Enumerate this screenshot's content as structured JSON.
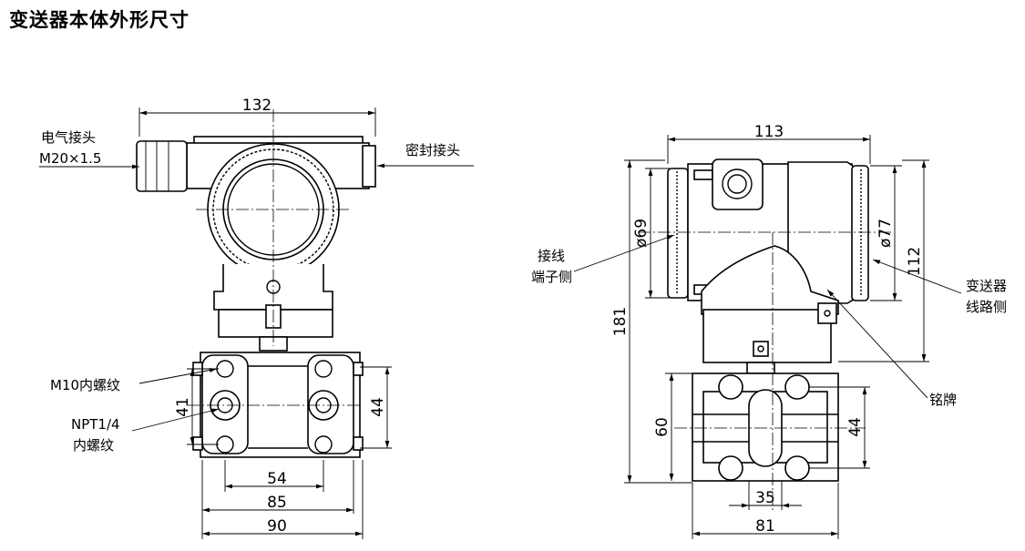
{
  "title": "变送器本体外形尺寸",
  "front_view": {
    "dim_width_top": "132",
    "dim_54": "54",
    "dim_85": "85",
    "dim_90": "90",
    "dim_41": "41",
    "dim_44": "44",
    "label_electrical_joint_1": "电气接头",
    "label_electrical_joint_2": "M20×1.5",
    "label_seal_joint": "密封接头",
    "label_m10": "M10内螺纹",
    "label_npt_1": "NPT1/4",
    "label_npt_2": "内螺纹"
  },
  "side_view": {
    "dim_113": "113",
    "dim_phi69": "ø69",
    "dim_phi77": "ø77",
    "dim_112": "112",
    "dim_181": "181",
    "dim_60": "60",
    "dim_44": "44",
    "dim_35": "35",
    "dim_81": "81",
    "label_terminal_1": "接线",
    "label_terminal_2": "端子侧",
    "label_circuit_1": "变送器",
    "label_circuit_2": "线路侧",
    "label_nameplate": "铭牌"
  }
}
